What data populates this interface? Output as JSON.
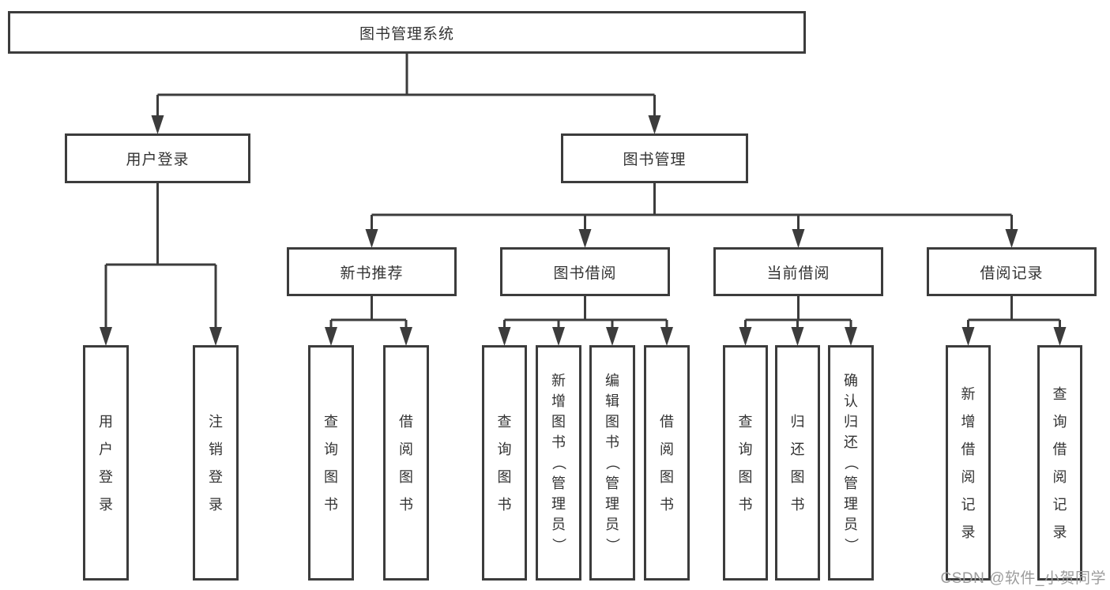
{
  "title": "图书管理系统",
  "watermark": "CSDN @软件_小贺同学",
  "colors": {
    "line": "#3c3c3c",
    "text": "#333333",
    "watermark_text": "#9c9c9c",
    "background": "#ffffff"
  },
  "nodes": [
    {
      "id": "system",
      "label": "图书管理系统",
      "parent": null,
      "orientation": "horizontal"
    },
    {
      "id": "user-login",
      "label": "用户登录",
      "parent": "system",
      "orientation": "horizontal"
    },
    {
      "id": "book-mgmt",
      "label": "图书管理",
      "parent": "system",
      "orientation": "horizontal"
    },
    {
      "id": "new-book-rec",
      "label": "新书推荐",
      "parent": "book-mgmt",
      "orientation": "horizontal"
    },
    {
      "id": "book-borrow",
      "label": "图书借阅",
      "parent": "book-mgmt",
      "orientation": "horizontal"
    },
    {
      "id": "current-borrow",
      "label": "当前借阅",
      "parent": "book-mgmt",
      "orientation": "horizontal"
    },
    {
      "id": "borrow-records",
      "label": "借阅记录",
      "parent": "book-mgmt",
      "orientation": "horizontal"
    },
    {
      "id": "user-login-action",
      "label": "用户登录",
      "parent": "user-login",
      "orientation": "vertical"
    },
    {
      "id": "logout-action",
      "label": "注销登录",
      "parent": "user-login",
      "orientation": "vertical"
    },
    {
      "id": "nbr-query-books",
      "label": "查询图书",
      "parent": "new-book-rec",
      "orientation": "vertical"
    },
    {
      "id": "nbr-borrow-books",
      "label": "借阅图书",
      "parent": "new-book-rec",
      "orientation": "vertical"
    },
    {
      "id": "bb-query-books",
      "label": "查询图书",
      "parent": "book-borrow",
      "orientation": "vertical"
    },
    {
      "id": "bb-add-books",
      "label": "新增图书（管理员）",
      "parent": "book-borrow",
      "orientation": "vertical"
    },
    {
      "id": "bb-edit-books",
      "label": "编辑图书（管理员）",
      "parent": "book-borrow",
      "orientation": "vertical"
    },
    {
      "id": "bb-borrow-books",
      "label": "借阅图书",
      "parent": "book-borrow",
      "orientation": "vertical"
    },
    {
      "id": "cb-query-books",
      "label": "查询图书",
      "parent": "current-borrow",
      "orientation": "vertical"
    },
    {
      "id": "cb-return-books",
      "label": "归还图书",
      "parent": "current-borrow",
      "orientation": "vertical"
    },
    {
      "id": "cb-confirm-return",
      "label": "确认归还（管理员）",
      "parent": "current-borrow",
      "orientation": "vertical"
    },
    {
      "id": "br-add-record",
      "label": "新增借阅记录",
      "parent": "borrow-records",
      "orientation": "vertical"
    },
    {
      "id": "br-query-record",
      "label": "查询借阅记录",
      "parent": "borrow-records",
      "orientation": "vertical"
    }
  ]
}
